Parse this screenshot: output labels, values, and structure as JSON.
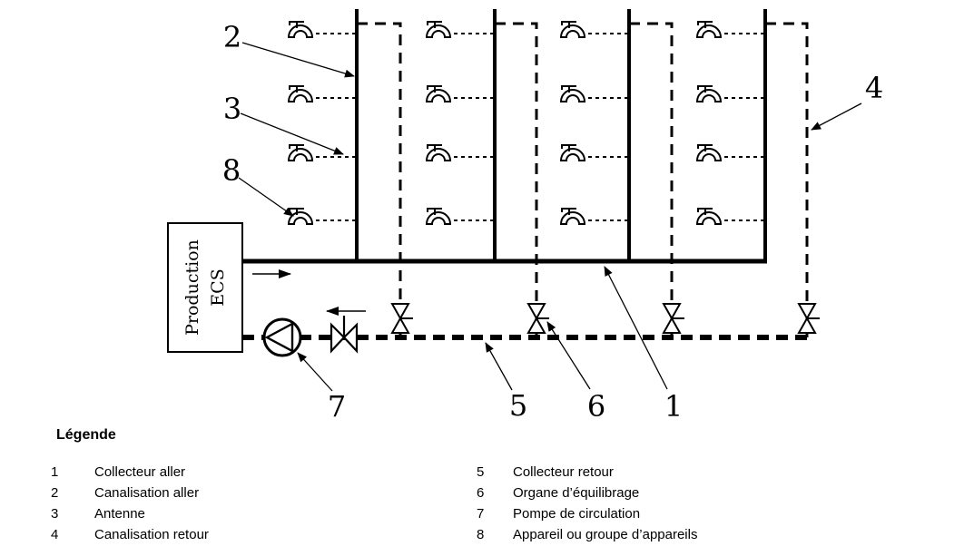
{
  "colors": {
    "ink": "#000000",
    "background": "#ffffff"
  },
  "production_unit": {
    "line1": "Production",
    "line2": "ECS"
  },
  "callouts": {
    "c1": "1",
    "c2": "2",
    "c3": "3",
    "c4": "4",
    "c5": "5",
    "c6": "6",
    "c7": "7",
    "c8": "8"
  },
  "symbols": {
    "tap": "tap-icon",
    "pump": "pump-icon",
    "shutoff_valve": "shutoff-valve-icon",
    "balancing_valve": "balancing-valve-icon"
  },
  "legend": {
    "title": "Légende",
    "left": [
      {
        "num": "1",
        "label": "Collecteur aller"
      },
      {
        "num": "2",
        "label": "Canalisation aller"
      },
      {
        "num": "3",
        "label": "Antenne"
      },
      {
        "num": "4",
        "label": "Canalisation retour"
      }
    ],
    "right": [
      {
        "num": "5",
        "label": "Collecteur retour"
      },
      {
        "num": "6",
        "label": "Organe d’équilibrage"
      },
      {
        "num": "7",
        "label": "Pompe de circulation"
      },
      {
        "num": "8",
        "label": "Appareil ou groupe d’appareils"
      }
    ]
  }
}
